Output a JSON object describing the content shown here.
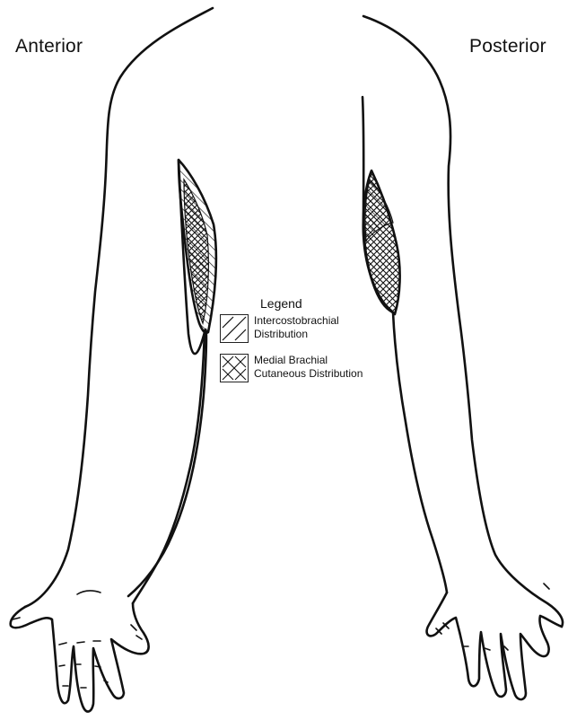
{
  "views": {
    "anterior": "Anterior",
    "posterior": "Posterior"
  },
  "legend": {
    "title": "Legend",
    "items": [
      {
        "line1": "Intercostobrachial",
        "line2": "Distribution",
        "pattern": "diagonal-hatch"
      },
      {
        "line1": "Medial Brachial",
        "line2": "Cutaneous Distribution",
        "pattern": "cross-hatch"
      }
    ]
  },
  "colors": {
    "ink": "#111111",
    "background": "#ffffff"
  }
}
